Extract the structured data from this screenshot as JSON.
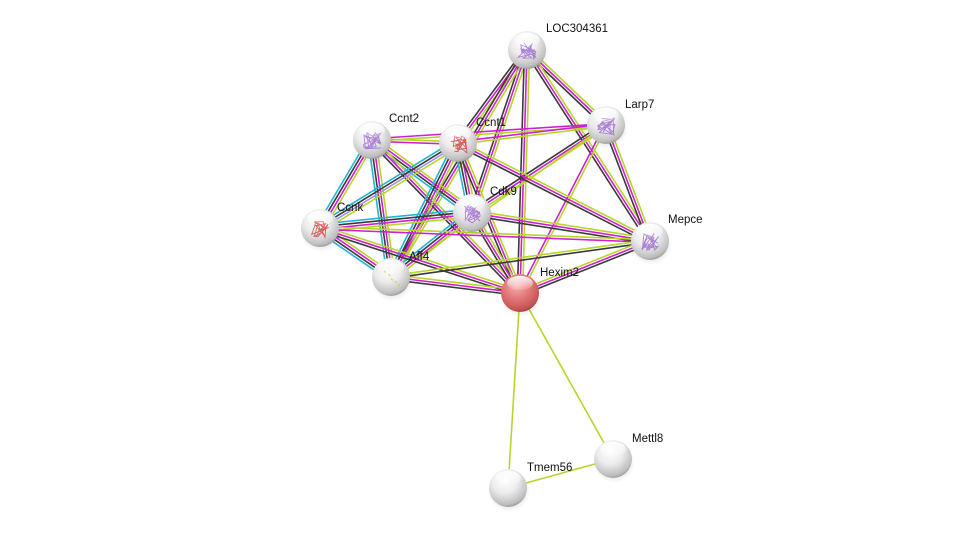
{
  "diagram": {
    "type": "protein-interaction-network",
    "query_protein": "Hexim2",
    "colors": {
      "query_node": "#e06a6a",
      "neighbor_node": "#e8e8e8",
      "edge_black": "#3a3a3a",
      "edge_magenta": "#d21fd2",
      "edge_yellowgreen": "#b7d62a",
      "edge_cyan": "#20b4d8",
      "edge_lavender": "#a48eea",
      "structure_purple": "#a070d0",
      "structure_red": "#d04848",
      "structure_yellow": "#d8d040"
    },
    "nodes": [
      {
        "id": "LOC304361",
        "label": "LOC304361",
        "query": false,
        "structure": "purple"
      },
      {
        "id": "Larp7",
        "label": "Larp7",
        "query": false,
        "structure": "purple"
      },
      {
        "id": "Ccnt2",
        "label": "Ccnt2",
        "query": false,
        "structure": "purple"
      },
      {
        "id": "Ccnt1",
        "label": "Ccnt1",
        "query": false,
        "structure": "red"
      },
      {
        "id": "Cdk9",
        "label": "Cdk9",
        "query": false,
        "structure": "purple"
      },
      {
        "id": "Ccnk",
        "label": "Ccnk",
        "query": false,
        "structure": "red"
      },
      {
        "id": "Mepce",
        "label": "Mepce",
        "query": false,
        "structure": "purple"
      },
      {
        "id": "Aff4",
        "label": "Aff4",
        "query": false,
        "structure": "yellow"
      },
      {
        "id": "Hexim2",
        "label": "Hexim2",
        "query": true,
        "structure": "none"
      },
      {
        "id": "Mettl8",
        "label": "Mettl8",
        "query": false,
        "structure": "none"
      },
      {
        "id": "Tmem56",
        "label": "Tmem56",
        "query": false,
        "structure": "none"
      }
    ],
    "edges": [
      {
        "source": "LOC304361",
        "target": "Larp7",
        "evidence": [
          "yellowgreen",
          "magenta",
          "black"
        ]
      },
      {
        "source": "LOC304361",
        "target": "Ccnt1",
        "evidence": [
          "yellowgreen",
          "magenta",
          "black"
        ]
      },
      {
        "source": "LOC304361",
        "target": "Cdk9",
        "evidence": [
          "yellowgreen",
          "magenta",
          "black"
        ]
      },
      {
        "source": "LOC304361",
        "target": "Hexim2",
        "evidence": [
          "yellowgreen",
          "magenta",
          "black"
        ]
      },
      {
        "source": "LOC304361",
        "target": "Mepce",
        "evidence": [
          "yellowgreen",
          "magenta",
          "black"
        ]
      },
      {
        "source": "LOC304361",
        "target": "Aff4",
        "evidence": [
          "yellowgreen",
          "magenta",
          "black"
        ]
      },
      {
        "source": "Larp7",
        "target": "Ccnt2",
        "evidence": [
          "yellowgreen",
          "magenta"
        ]
      },
      {
        "source": "Larp7",
        "target": "Ccnt1",
        "evidence": [
          "yellowgreen",
          "magenta"
        ]
      },
      {
        "source": "Larp7",
        "target": "Cdk9",
        "evidence": [
          "yellowgreen",
          "magenta",
          "black"
        ]
      },
      {
        "source": "Larp7",
        "target": "Mepce",
        "evidence": [
          "yellowgreen",
          "magenta",
          "black"
        ]
      },
      {
        "source": "Larp7",
        "target": "Hexim2",
        "evidence": [
          "yellowgreen",
          "magenta"
        ]
      },
      {
        "source": "Larp7",
        "target": "Aff4",
        "evidence": [
          "yellowgreen"
        ]
      },
      {
        "source": "Ccnt2",
        "target": "Ccnt1",
        "evidence": [
          "yellowgreen",
          "magenta"
        ]
      },
      {
        "source": "Ccnt2",
        "target": "Cdk9",
        "evidence": [
          "yellowgreen",
          "magenta",
          "black",
          "cyan"
        ]
      },
      {
        "source": "Ccnt2",
        "target": "Ccnk",
        "evidence": [
          "yellowgreen",
          "magenta",
          "black",
          "cyan"
        ]
      },
      {
        "source": "Ccnt2",
        "target": "Aff4",
        "evidence": [
          "yellowgreen",
          "magenta",
          "black",
          "cyan"
        ]
      },
      {
        "source": "Ccnt2",
        "target": "Hexim2",
        "evidence": [
          "yellowgreen",
          "magenta",
          "black"
        ]
      },
      {
        "source": "Ccnt1",
        "target": "Cdk9",
        "evidence": [
          "yellowgreen",
          "magenta",
          "black",
          "cyan"
        ]
      },
      {
        "source": "Ccnt1",
        "target": "Ccnk",
        "evidence": [
          "yellowgreen",
          "lavender",
          "black",
          "cyan"
        ]
      },
      {
        "source": "Ccnt1",
        "target": "Aff4",
        "evidence": [
          "yellowgreen",
          "magenta",
          "black",
          "cyan"
        ]
      },
      {
        "source": "Ccnt1",
        "target": "Hexim2",
        "evidence": [
          "yellowgreen",
          "magenta",
          "black"
        ]
      },
      {
        "source": "Ccnt1",
        "target": "Mepce",
        "evidence": [
          "yellowgreen",
          "magenta",
          "black"
        ]
      },
      {
        "source": "Cdk9",
        "target": "Ccnk",
        "evidence": [
          "yellowgreen",
          "magenta",
          "black",
          "cyan"
        ]
      },
      {
        "source": "Cdk9",
        "target": "Aff4",
        "evidence": [
          "yellowgreen",
          "magenta",
          "black",
          "cyan"
        ]
      },
      {
        "source": "Cdk9",
        "target": "Hexim2",
        "evidence": [
          "yellowgreen",
          "magenta",
          "black"
        ]
      },
      {
        "source": "Cdk9",
        "target": "Mepce",
        "evidence": [
          "yellowgreen",
          "magenta",
          "black"
        ]
      },
      {
        "source": "Ccnk",
        "target": "Aff4",
        "evidence": [
          "yellowgreen",
          "magenta",
          "black",
          "cyan"
        ]
      },
      {
        "source": "Ccnk",
        "target": "Hexim2",
        "evidence": [
          "yellowgreen",
          "magenta",
          "black"
        ]
      },
      {
        "source": "Ccnk",
        "target": "Mepce",
        "evidence": [
          "yellowgreen",
          "magenta"
        ]
      },
      {
        "source": "Aff4",
        "target": "Hexim2",
        "evidence": [
          "yellowgreen",
          "magenta",
          "black"
        ]
      },
      {
        "source": "Aff4",
        "target": "Mepce",
        "evidence": [
          "yellowgreen",
          "black"
        ]
      },
      {
        "source": "Hexim2",
        "target": "Mepce",
        "evidence": [
          "yellowgreen",
          "magenta",
          "black"
        ]
      },
      {
        "source": "Hexim2",
        "target": "Tmem56",
        "evidence": [
          "yellowgreen"
        ]
      },
      {
        "source": "Hexim2",
        "target": "Mettl8",
        "evidence": [
          "yellowgreen"
        ]
      },
      {
        "source": "Tmem56",
        "target": "Mettl8",
        "evidence": [
          "yellowgreen"
        ]
      }
    ]
  }
}
